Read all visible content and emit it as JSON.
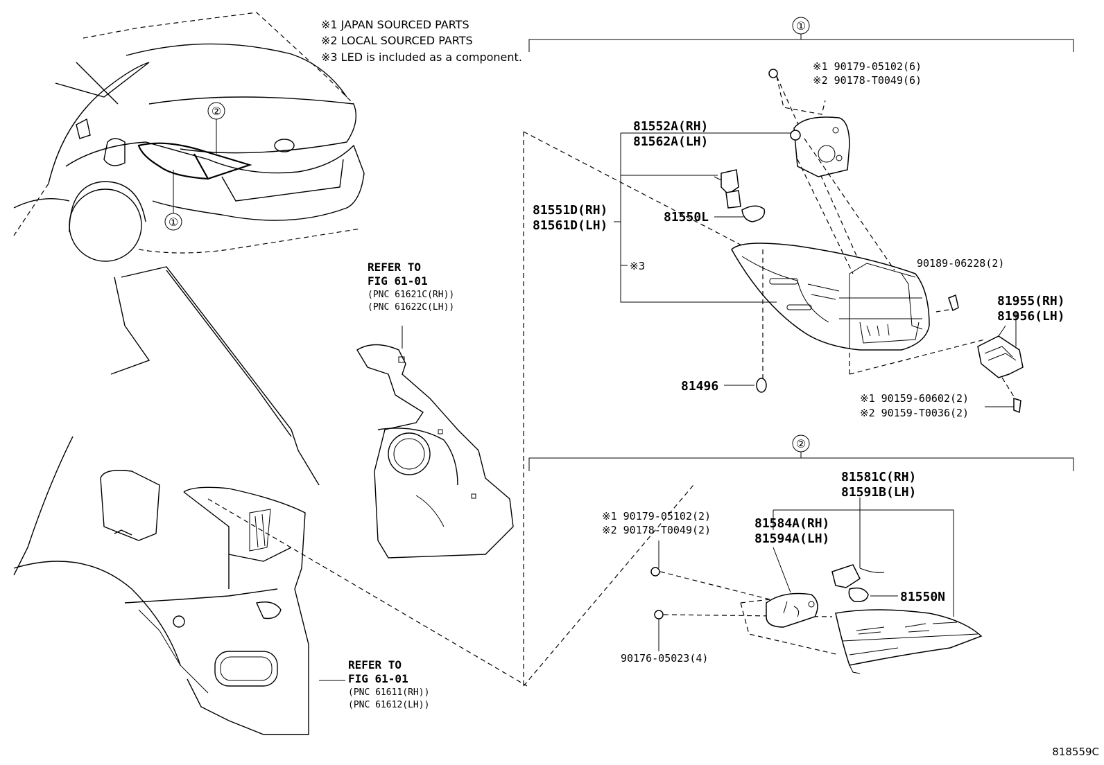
{
  "notes": {
    "n1": "※1 JAPAN SOURCED PARTS",
    "n2": "※2 LOCAL SOURCED PARTS",
    "n3": "※3 LED is included as a component."
  },
  "callouts": {
    "c1": "①",
    "c2": "②"
  },
  "group1": {
    "label": "①",
    "nut_j": "※1 90179-05102(6)",
    "nut_l": "※2 90178-T0049(6)",
    "gasket_rh": "81552A(RH)",
    "gasket_lh": "81562A(LH)",
    "lamp_rh": "81551D(RH)",
    "lamp_lh": "81561D(LH)",
    "bulb": "81550L",
    "led": "※3",
    "screw": "90189-06228(2)",
    "bracket_rh": "81955(RH)",
    "bracket_lh": "81956(LH)",
    "clip": "81496",
    "bolt_j": "※1 90159-60602(2)",
    "bolt_l": "※2 90159-T0036(2)"
  },
  "group2": {
    "label": "②",
    "socket_rh": "81581C(RH)",
    "socket_lh": "81591B(LH)",
    "gasket_rh": "81584A(RH)",
    "gasket_lh": "81594A(LH)",
    "nut_j": "※1 90179-05102(2)",
    "nut_l": "※2 90178-T0049(2)",
    "bulb": "81550N",
    "nut": "90176-05023(4)"
  },
  "refer1": {
    "l1": "REFER TO",
    "l2": "FIG 61-01",
    "l3": "(PNC 61621C(RH))",
    "l4": "(PNC 61622C(LH))"
  },
  "refer2": {
    "l1": "REFER TO",
    "l2": "FIG 61-01",
    "l3": "(PNC 61611(RH))",
    "l4": "(PNC 61612(LH))"
  },
  "figure_id": "818559C"
}
